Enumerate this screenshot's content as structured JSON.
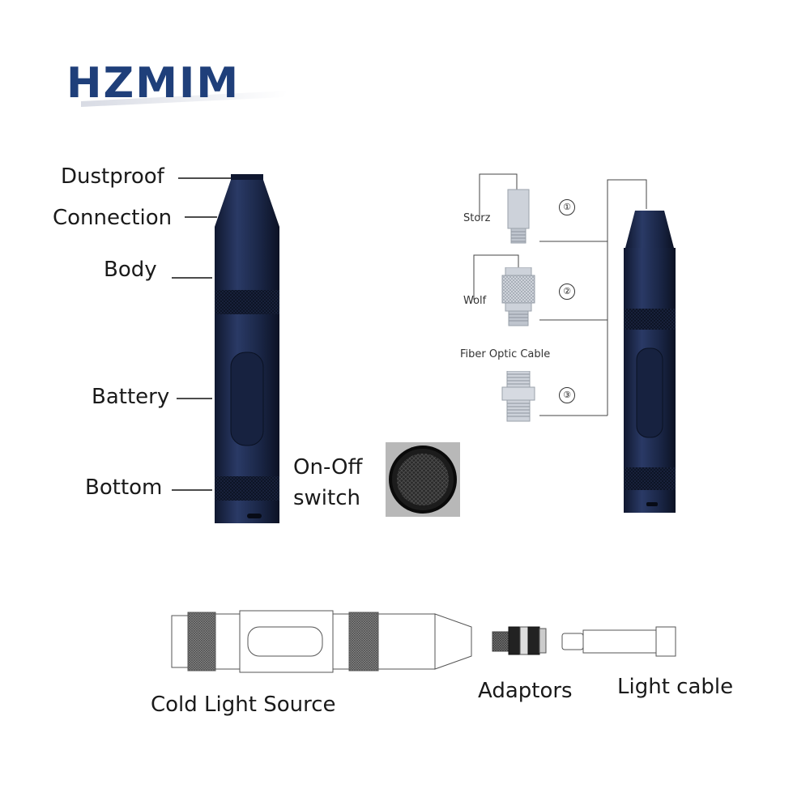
{
  "logo": {
    "text": "HZMIM",
    "color": "#1f3f7a"
  },
  "labels": {
    "dustproof": "Dustproof",
    "connection": "Connection",
    "body": "Body",
    "battery": "Battery",
    "bottom": "Bottom",
    "switch_line1": "On-Off",
    "switch_line2": "switch"
  },
  "adaptors": [
    {
      "name": "Storz",
      "number": "①"
    },
    {
      "name": "Wolf",
      "number": "②"
    },
    {
      "name": "Fiber Optic Cable",
      "number": "③"
    }
  ],
  "bottom_labels": {
    "cold_light_source": "Cold Light Source",
    "adaptors": "Adaptors",
    "light_cable": "Light cable"
  },
  "colors": {
    "body": "#1d2a4a",
    "body_dark": "#121a30",
    "adaptor": "#c9ced6"
  }
}
